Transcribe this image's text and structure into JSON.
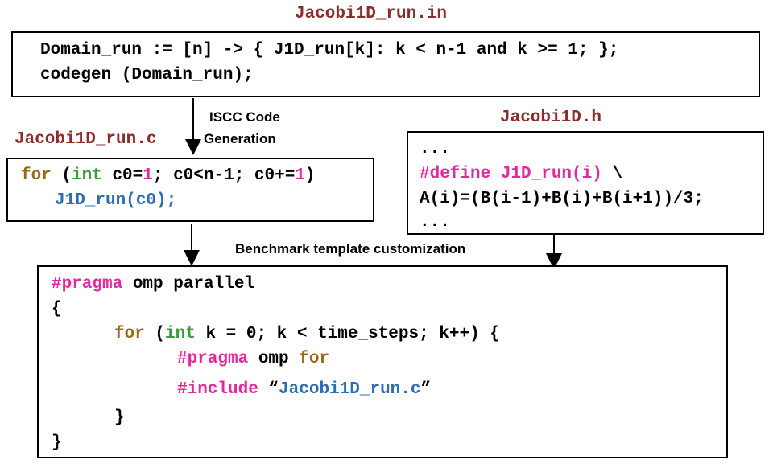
{
  "titles": {
    "input_file": "Jacobi1D_run.in",
    "generated_file": "Jacobi1D_run.c",
    "header_file": "Jacobi1D.h"
  },
  "captions": {
    "iscc_line1": "ISCC Code",
    "iscc_line2": "Generation",
    "benchmark": "Benchmark template customization"
  },
  "input_box": {
    "line1": "Domain_run := [n] -> { J1D_run[k]: k < n-1 and k >= 1; };",
    "line2": "codegen (Domain_run);"
  },
  "generated_box": {
    "for_kw": "for",
    "open_paren": " (",
    "int_kw": "int",
    "c0_decl": " c0=",
    "one_a": "1",
    "cond": "; c0<n-1; c0+=",
    "one_b": "1",
    "close_paren": ")",
    "call": "J1D_run(c0);"
  },
  "header_box": {
    "dots_top": "...",
    "define_kw": "#define",
    "macro_name": " J1D_run(i)",
    "backslash": " \\",
    "body": "A(i)=(B(i-1)+B(i)+B(i+1))/3;",
    "dots_bottom": "..."
  },
  "template_box": {
    "pragma1_kw": "#pragma",
    "pragma1_rest": " omp parallel",
    "open_brace": "{",
    "for_kw": "for",
    "for_paren": " (",
    "int_kw": "int",
    "for_rest": " k = 0; k < time_steps; k++) {",
    "pragma2_kw": "#pragma",
    "pragma2_mid": " omp ",
    "pragma2_for": "for",
    "include_kw": "#include",
    "include_quote_open": " “",
    "include_file": "Jacobi1D_run.c",
    "include_quote_close": "”",
    "inner_close_brace": "}",
    "outer_close_brace": "}"
  },
  "colors": {
    "title": "#8b2d2d",
    "pragma_pink": "#e3289d",
    "keyword_brown": "#9a6a18",
    "type_green": "#3b9c3b",
    "function_blue": "#2f6db3"
  }
}
